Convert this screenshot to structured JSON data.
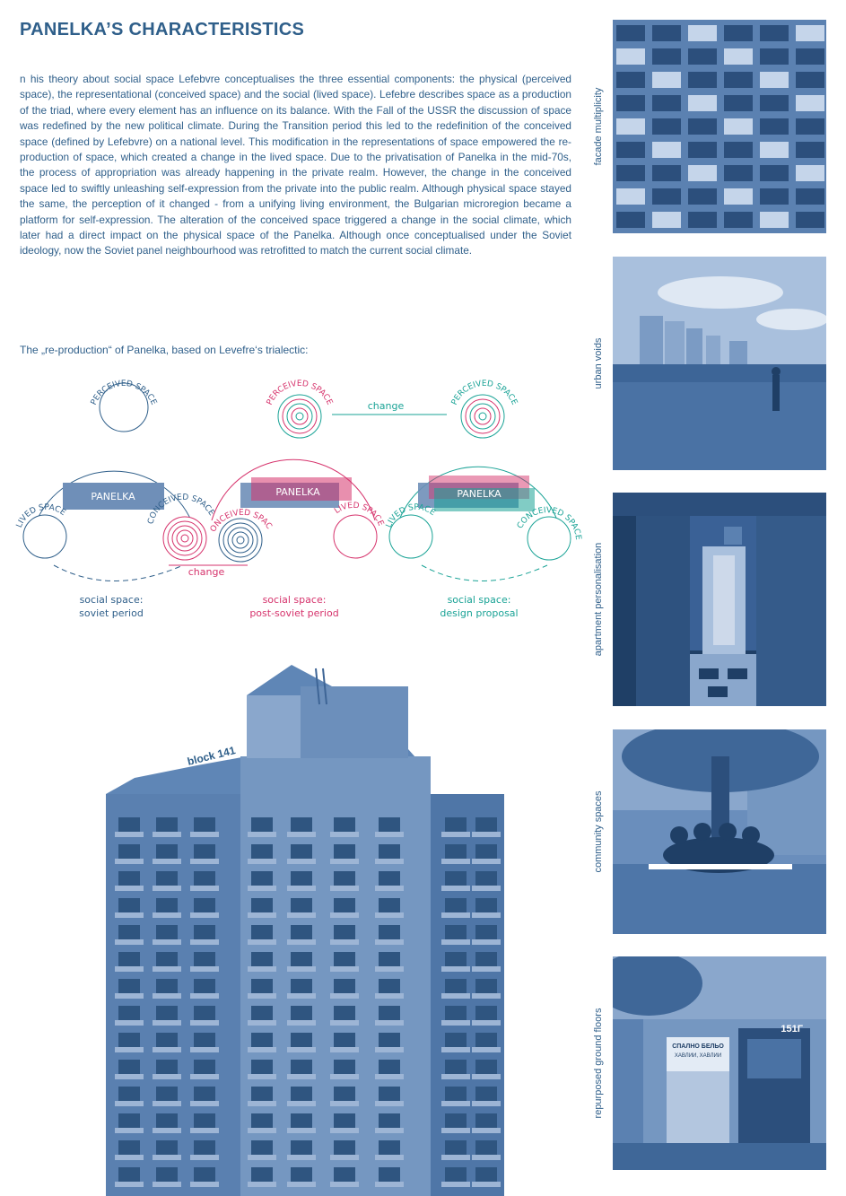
{
  "page": {
    "title": "PANELKA’S CHARACTERISTICS",
    "body": "n his theory about social space Lefebvre conceptualises the three essential components: the physical (perceived space), the representational (conceived space) and the social (lived space). Lefebre describes space as a production of the triad, where every element has an influence on its balance. With the Fall of the USSR the discussion of space was redefined by the new political climate. During the Transition period this led to the redefinition of the conceived space (defined by Lefebvre) on a national level. This modification in the representations of space empowered the re-production of space, which created a change in the lived space. Due to the privatisation of Panelka in the mid-70s, the process of appropriation was already happening in the private realm. However, the change in the conceived space led to swiftly unleashing self-expression from the private into the public realm. Although physical space stayed the same, the perception of it changed - from a unifying living environment, the Bulgarian microregion became a platform for self-expression. The alteration of the conceived space triggered a change in the social climate, which later had a direct impact on the physical space of the Panelka. Although once conceptualised under the Soviet ideology, now the Soviet panel neighbourhood was retrofitted to match the current social climate.",
    "diagram_caption": "The „re-production“ of Panelka, based on Levefre‘s trialectic:"
  },
  "colors": {
    "blue": "#2f5f8a",
    "pink": "#d6336c",
    "teal": "#1aa396",
    "photo_tint": "#3a6aa3"
  },
  "diagram": {
    "perceived": "PERCEIVED SPACE",
    "lived": "LIVED SPACE",
    "conceived": "CONCEIVED SPACE",
    "panelka": "PANELKA",
    "change_top": "change",
    "change_bottom": "change",
    "phases": [
      {
        "label": "social space:",
        "period": "soviet period"
      },
      {
        "label": "social space:",
        "period": "post-soviet period"
      },
      {
        "label": "social space:",
        "period": "design proposal"
      }
    ]
  },
  "building": {
    "label": "block 141"
  },
  "photos": [
    {
      "label": "facade multiplicity",
      "icon": "facade-photo"
    },
    {
      "label": "urban voids",
      "icon": "urban-voids-photo"
    },
    {
      "label": "apartment personalisation",
      "icon": "hallway-photo"
    },
    {
      "label": "community spaces",
      "icon": "community-photo"
    },
    {
      "label": "repurposed ground floors",
      "icon": "ground-floor-photo"
    }
  ],
  "photo_texts": {
    "shop_sign": "СПАЛНО БЕЛЬО",
    "shop_sub": "ХАВЛИИ",
    "shop_sub2": "ХАВЛИИ, ХАВЛИИ",
    "entrance_number": "151Г"
  }
}
